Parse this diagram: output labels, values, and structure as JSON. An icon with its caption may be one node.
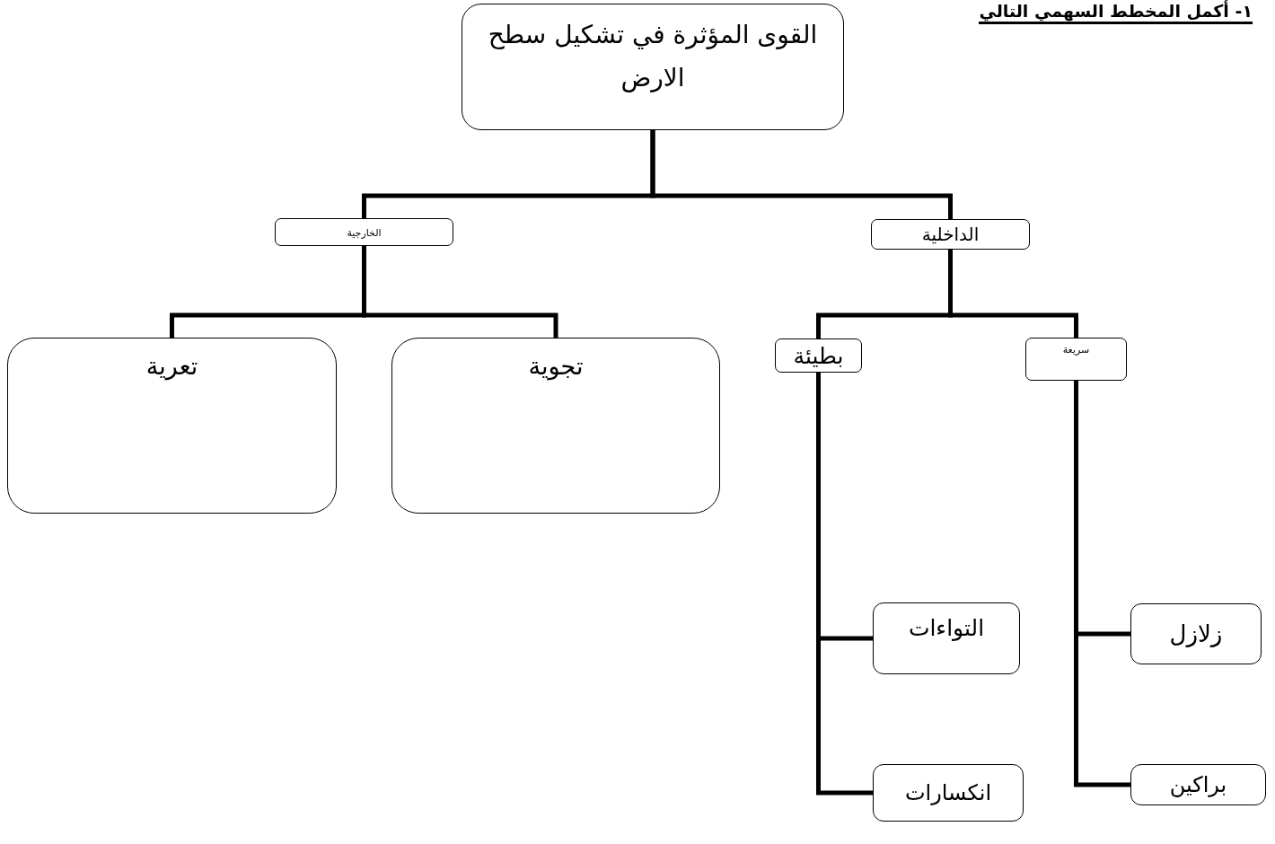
{
  "diagram": {
    "title": "١- أكمل المخطط السهمي التالي",
    "nodes": [
      {
        "text": [
          "القوى المؤثرة في تشكيل سطح الارض"
        ]
      },
      {
        "text": [
          "الخارجية"
        ]
      },
      {
        "text": [
          "الداخلية"
        ]
      },
      {
        "text": [
          "تعرية"
        ]
      },
      {
        "text": [
          "تجوية"
        ]
      },
      {
        "text": [
          "بطيئة"
        ]
      },
      {
        "text": [
          "سريعة"
        ]
      },
      {
        "text": [
          "التواءات"
        ]
      },
      {
        "text": [
          "زلازل"
        ]
      },
      {
        "text": [
          "انكسارات"
        ]
      },
      {
        "text": [
          "براكين"
        ]
      }
    ],
    "edges": [
      {
        "from": 0,
        "to": 1,
        "arrow": "none"
      },
      {
        "from": 0,
        "to": 2,
        "arrow": "none"
      },
      {
        "from": 1,
        "to": 3,
        "arrow": "none"
      },
      {
        "from": 1,
        "to": 4,
        "arrow": "none"
      },
      {
        "from": 2,
        "to": 5,
        "arrow": "none"
      },
      {
        "from": 2,
        "to": 6,
        "arrow": "none"
      },
      {
        "from": 5,
        "to": 7,
        "arrow": "none"
      },
      {
        "from": 5,
        "to": 9,
        "arrow": "none"
      },
      {
        "from": 6,
        "to": 8,
        "arrow": "none"
      },
      {
        "from": 6,
        "to": 10,
        "arrow": "none"
      }
    ]
  }
}
